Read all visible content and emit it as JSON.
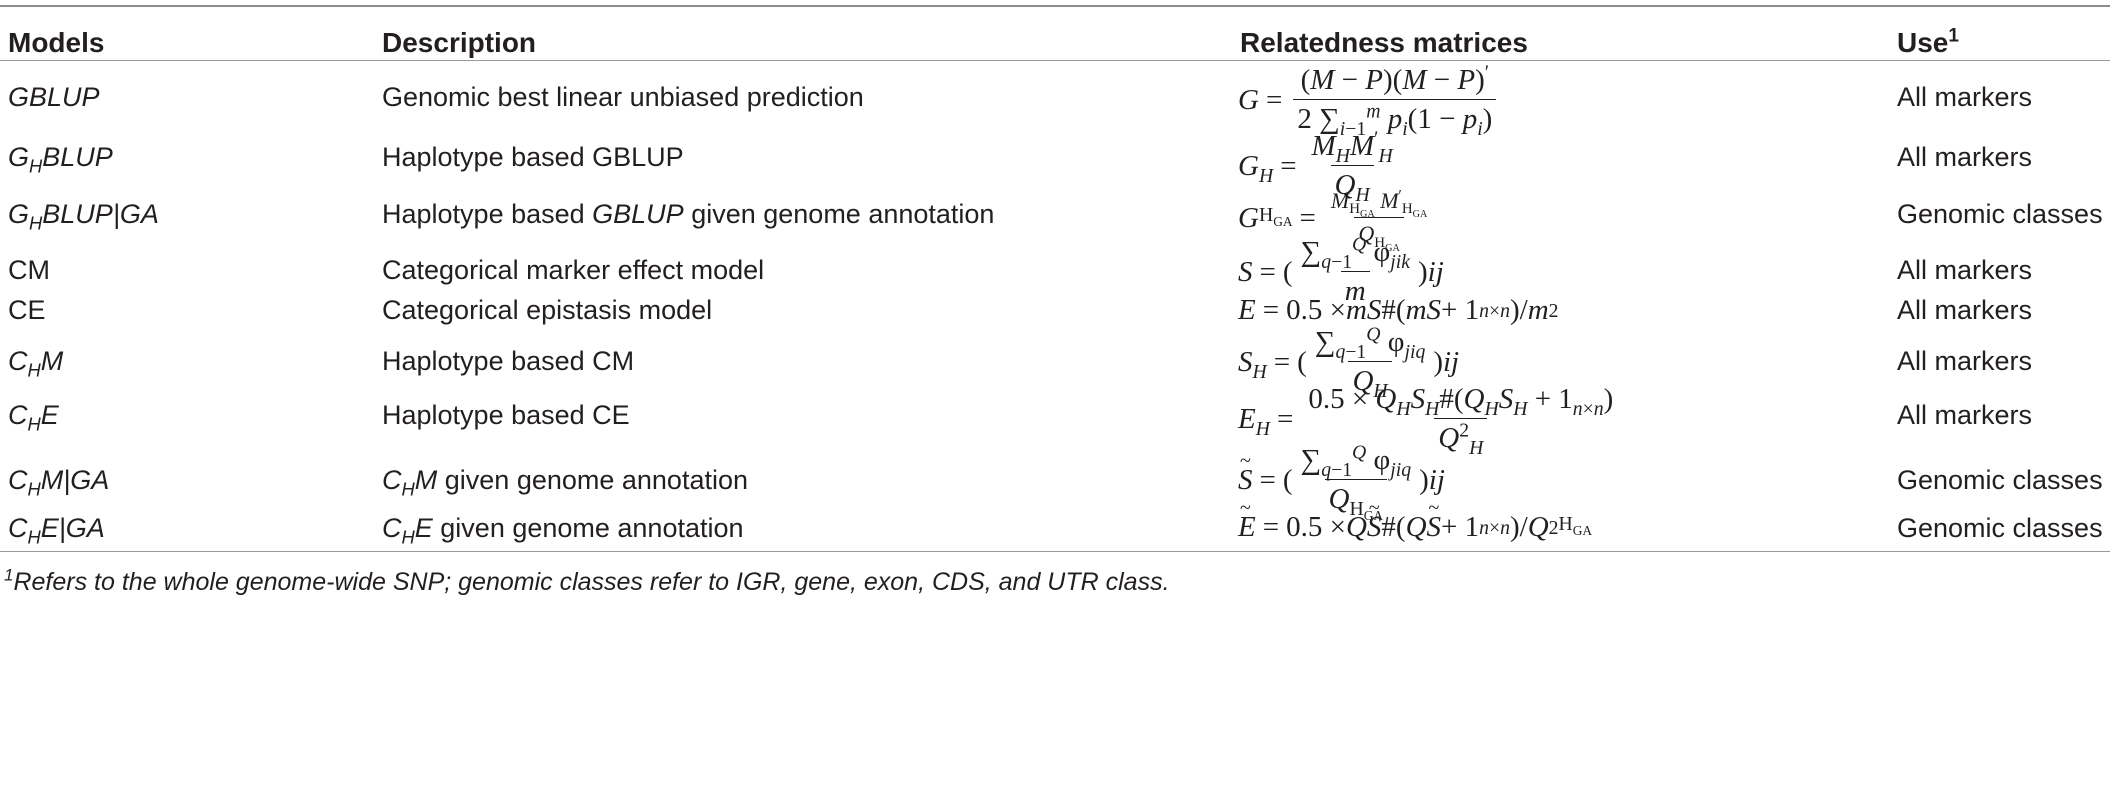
{
  "headers": {
    "models": "Models",
    "description": "Description",
    "relatedness": "Relatedness matrices",
    "use": "Use",
    "use_sup": "1"
  },
  "rows": [
    {
      "model": "GBLUP",
      "description": "Genomic best linear unbiased prediction",
      "use": "All markers"
    },
    {
      "model_base": "G",
      "model_sub": "H",
      "model_rest": "BLUP",
      "description": "Haplotype based GBLUP",
      "use": "All markers"
    },
    {
      "model_base": "G",
      "model_sub": "H",
      "model_rest": "BLUP|GA",
      "description_a": "Haplotype based ",
      "description_it": "GBLUP",
      "description_b": " given genome annotation",
      "use": "Genomic classes"
    },
    {
      "model": "CM",
      "description": "Categorical marker effect model",
      "use": "All markers"
    },
    {
      "model": "CE",
      "description": "Categorical epistasis model",
      "use": "All markers"
    },
    {
      "model_base": "C",
      "model_sub": "H",
      "model_rest": "M",
      "description": "Haplotype based CM",
      "use": "All markers"
    },
    {
      "model_base": "C",
      "model_sub": "H",
      "model_rest": "E",
      "description": "Haplotype based CE",
      "use": "All markers"
    },
    {
      "model_base": "C",
      "model_sub": "H",
      "model_rest": "M|GA",
      "description_it_base": "C",
      "description_it_sub": "H",
      "description_it_rest": "M",
      "description_b": " given genome annotation",
      "use": "Genomic classes"
    },
    {
      "model_base": "C",
      "model_sub": "H",
      "model_rest": "E|GA",
      "description_it_base": "C",
      "description_it_sub": "H",
      "description_it_rest": "E",
      "description_b": " given genome annotation",
      "use": "Genomic classes"
    }
  ],
  "footnote": {
    "sup": "1",
    "text": "Refers to the whole genome-wide SNP; genomic classes refer to IGR, gene, exon, CDS, and UTR class."
  }
}
